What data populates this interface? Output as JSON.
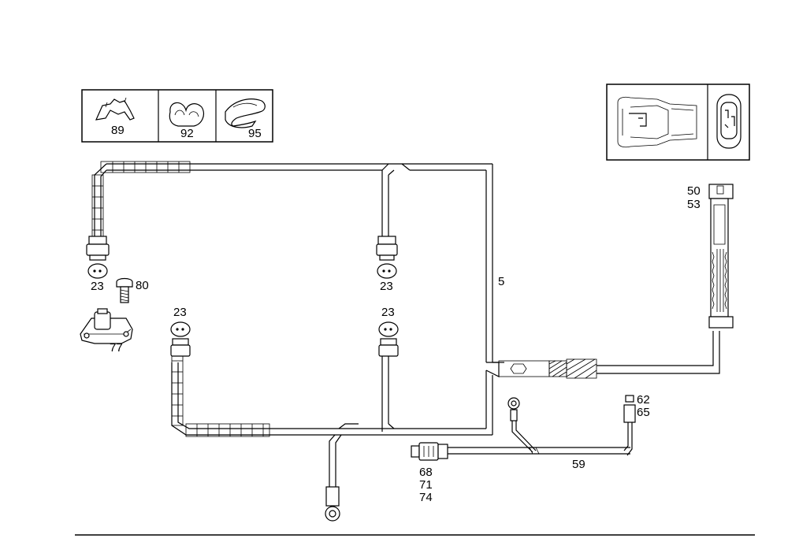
{
  "labels": {
    "l89": "89",
    "l92": "92",
    "l95": "95",
    "l50": "50",
    "l53": "53",
    "l5": "5",
    "l23a": "23",
    "l23b": "23",
    "l23c": "23",
    "l23d": "23",
    "l80": "80",
    "l77": "77",
    "l62": "62",
    "l65": "65",
    "l59": "59",
    "l68": "68",
    "l71": "71",
    "l74": "74"
  },
  "icons": {
    "clip_89": "clip-icon",
    "clip_92": "cable-clip-icon",
    "clip_95": "cable-tie-icon",
    "vehicle": "vehicle-top-view-icon",
    "connector_module": "connector-module-icon"
  }
}
